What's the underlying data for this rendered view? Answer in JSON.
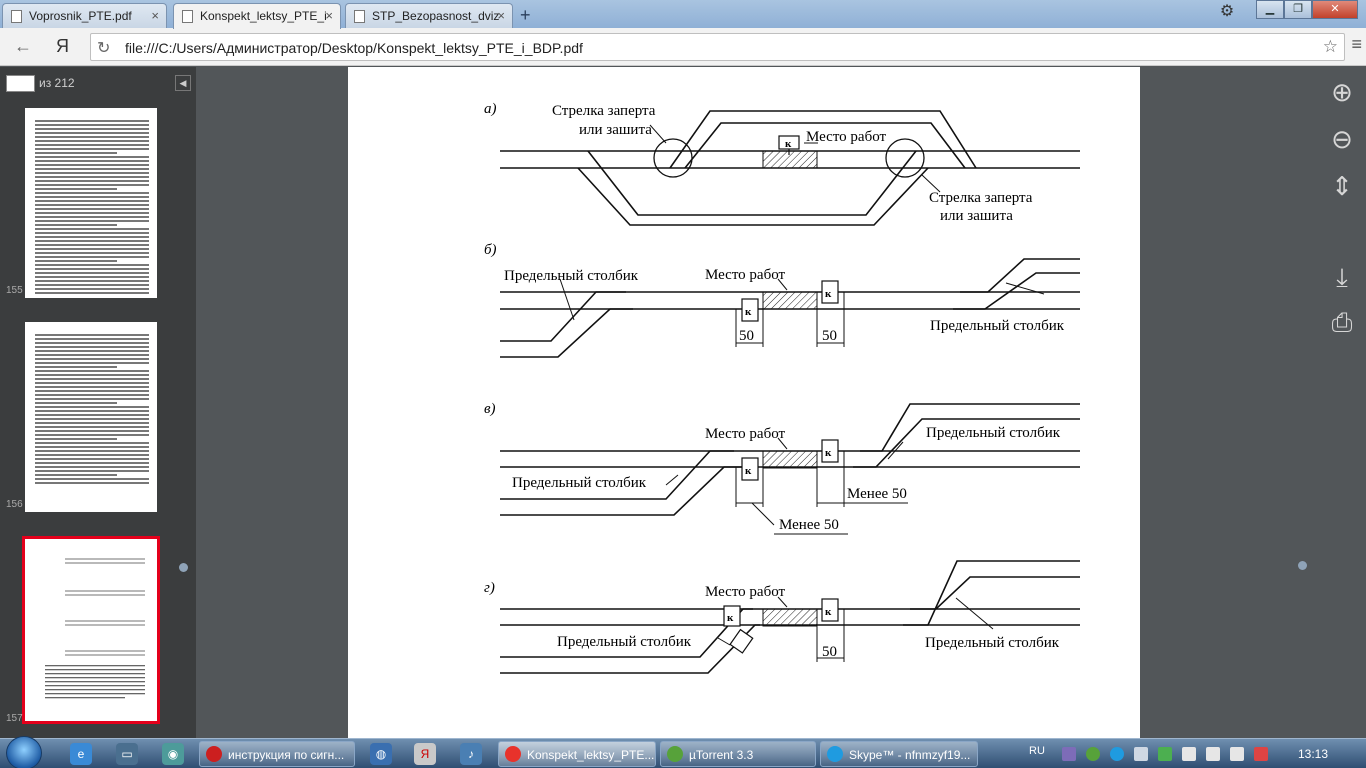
{
  "tabs": [
    {
      "label": "Vopros​nik_PTE.pdf",
      "active": false
    },
    {
      "label": "Konspekt_lektsy_PTE_i",
      "active": true
    },
    {
      "label": "STP_Bezopasnost_dviz",
      "active": false
    }
  ],
  "toolbar": {
    "back_icon": "back-arrow-icon",
    "yandex_label": "Я",
    "url": "file:///C:/Users/Администратор/Desktop/Konspekt_lektsy_PTE_i_BDP.pdf"
  },
  "sidebar": {
    "page_count": "из 212",
    "thumbnails": [
      {
        "page": "155",
        "selected": false
      },
      {
        "page": "156",
        "selected": false
      },
      {
        "page": "157",
        "selected": true
      }
    ]
  },
  "document": {
    "a": {
      "letter": "а)",
      "switch_top": [
        "Стрелка заперта",
        "или зашита"
      ],
      "work_site": "Место работ",
      "switch_bottom": [
        "Стрелка заперта",
        "или зашита"
      ],
      "signal": "к"
    },
    "b": {
      "letter": "б)",
      "limit_left": "Предельный столбик",
      "work_site": "Место работ",
      "limit_right": "Предельный столбик",
      "dist_left": "50",
      "dist_right": "50",
      "signal": "к"
    },
    "v": {
      "letter": "в)",
      "work_site": "Место работ",
      "limit_right": "Предельный столбик",
      "limit_left": "Предельный столбик",
      "less_right": "Менее 50",
      "less_bottom": "Менее 50",
      "signal": "к"
    },
    "g": {
      "letter": "г)",
      "work_site": "Место работ",
      "limit_left": "Предельный столбик",
      "limit_right": "Предельный столбик",
      "dist": "50",
      "signal": "к"
    }
  },
  "taskbar": {
    "items": [
      {
        "label": "инструкция по сигн...",
        "color": "#cc1f1f"
      },
      {
        "label": "Konspekt_lektsy_PTE...",
        "color": "#e8322b"
      },
      {
        "label": "µTorrent 3.3",
        "color": "#57a23a"
      },
      {
        "label": "Skype™ - nfnmzyf19...",
        "color": "#1f9be0"
      }
    ],
    "lang": "RU",
    "clock": "13:13"
  }
}
